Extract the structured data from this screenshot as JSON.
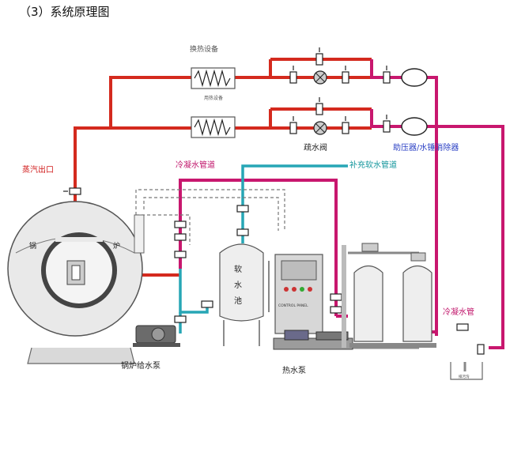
{
  "heading": "（3）系统原理图",
  "labels": {
    "heat_exchanger_top": "换热设备",
    "heat_exchanger_small": "用热设备",
    "steam_outlet": "蒸汽出口",
    "condensate_pipe_left": "冷凝水管道",
    "makeup_soft_water": "补充软水管道",
    "trap": "疏水阀",
    "pressure_booster": "助压器/水锤消除器",
    "boiler_char1": "锅",
    "boiler_char2": "炉",
    "soft_water_tank_1": "软",
    "soft_water_tank_2": "水",
    "soft_water_tank_3": "池",
    "condensate_pipe_right": "冷凝水管",
    "boiler_feed_pump": "锅炉给水泵",
    "hot_water_pump": "热水泵",
    "drain": "排污沟",
    "control_panel": "CONTROL PANEL"
  },
  "colors": {
    "steam": "#d42a1e",
    "condensate": "#c8176e",
    "soft_water": "#27a6b5",
    "steam_label": "#d01818",
    "condensate_label": "#c0146a",
    "soft_label": "#13969c",
    "booster_label": "#2b40c4",
    "equipment": "#e6e6e6"
  }
}
